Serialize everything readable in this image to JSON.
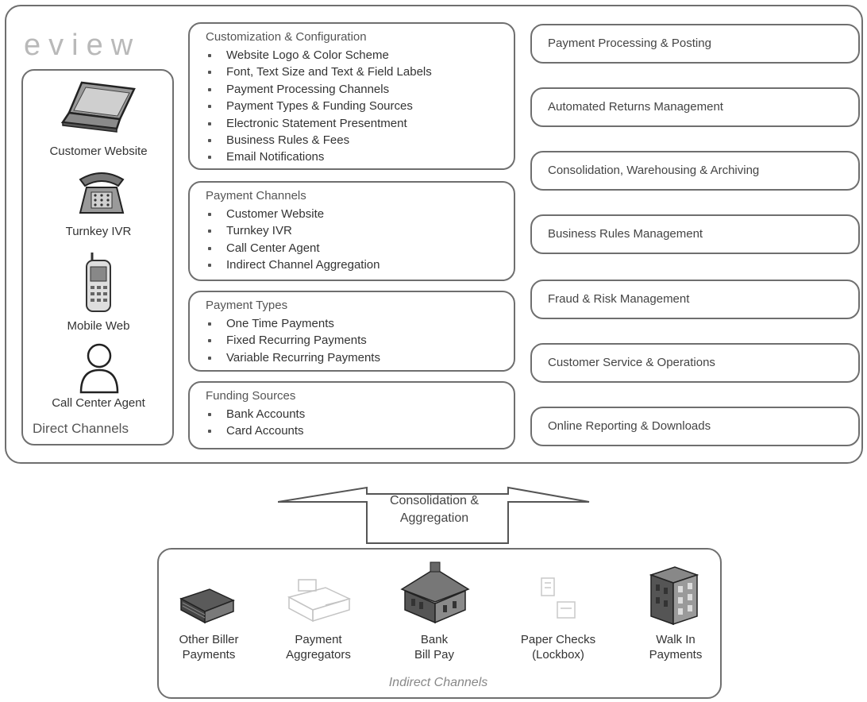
{
  "logo": "eview",
  "direct_channels": {
    "title": "Direct Channels",
    "items": [
      {
        "label": "Customer Website",
        "icon": "laptop-icon"
      },
      {
        "label": "Turnkey IVR",
        "icon": "telephone-icon"
      },
      {
        "label": "Mobile Web",
        "icon": "mobile-phone-icon"
      },
      {
        "label": "Call Center Agent",
        "icon": "agent-person-icon"
      }
    ]
  },
  "middle_boxes": [
    {
      "title": "Customization & Configuration",
      "items": [
        "Website Logo & Color Scheme",
        "Font, Text Size and Text & Field Labels",
        "Payment Processing Channels",
        "Payment Types & Funding Sources",
        "Electronic Statement Presentment",
        "Business Rules & Fees",
        "Email Notifications"
      ]
    },
    {
      "title": "Payment Channels",
      "items": [
        "Customer Website",
        "Turnkey IVR",
        "Call Center Agent",
        "Indirect Channel Aggregation"
      ]
    },
    {
      "title": "Payment Types",
      "items": [
        "One Time Payments",
        "Fixed Recurring Payments",
        "Variable Recurring Payments"
      ]
    },
    {
      "title": "Funding Sources",
      "items": [
        "Bank Accounts",
        "Card Accounts"
      ]
    }
  ],
  "right_boxes": [
    "Payment Processing & Posting",
    "Automated Returns Management",
    "Consolidation, Warehousing & Archiving",
    "Business Rules Management",
    "Fraud & Risk Management",
    "Customer Service & Operations",
    "Online Reporting & Downloads"
  ],
  "arrow": {
    "line1": "Consolidation &",
    "line2": "Aggregation"
  },
  "indirect_channels": {
    "title": "Indirect Channels",
    "items": [
      {
        "line1": "Other Biller",
        "line2": "Payments",
        "icon": "cash-stack-icon"
      },
      {
        "line1": "Payment",
        "line2": "Aggregators",
        "icon": "aggregator-machine-icon"
      },
      {
        "line1": "Bank",
        "line2": "Bill Pay",
        "icon": "bank-building-icon"
      },
      {
        "line1": "Paper Checks",
        "line2": "(Lockbox)",
        "icon": "paper-checks-icon"
      },
      {
        "line1": "Walk In",
        "line2": "Payments",
        "icon": "office-building-icon"
      }
    ]
  }
}
